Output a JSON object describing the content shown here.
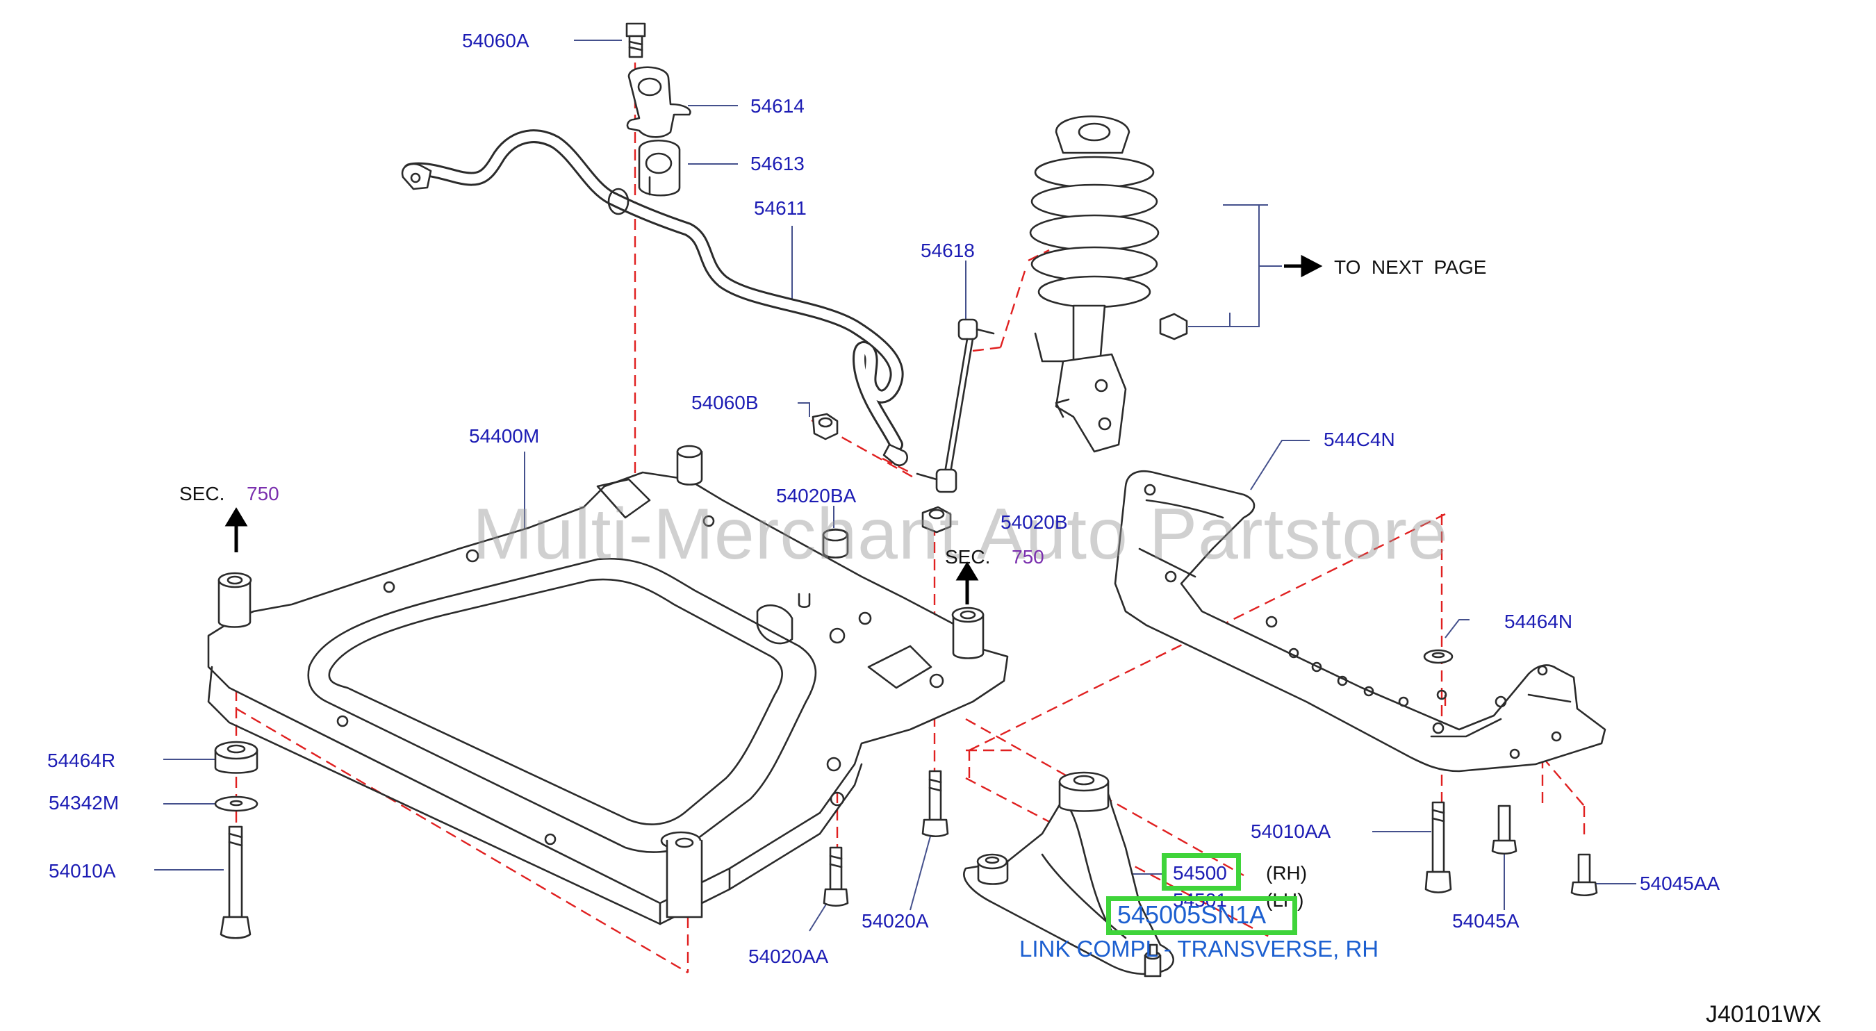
{
  "watermark": "Multi-Merchant Auto Partstore",
  "diagram_code": "J40101WX",
  "part_labels": {
    "p54060A": "54060A",
    "p54614": "54614",
    "p54613": "54613",
    "p54611": "54611",
    "p54618": "54618",
    "p54060B": "54060B",
    "p54400M": "54400M",
    "p54020BA": "54020BA",
    "p54020B": "54020B",
    "p544C4N": "544C4N",
    "p54464N": "54464N",
    "p54464R": "54464R",
    "p54342M": "54342M",
    "p54010A": "54010A",
    "p54020AA": "54020AA",
    "p54020A": "54020A",
    "p54010AA": "54010AA",
    "p54500": "54500",
    "p54501": "54501",
    "p54045A": "54045A",
    "p54045AA": "54045AA"
  },
  "side_labels": {
    "rh": "(RH)",
    "lh": "(LH)"
  },
  "sec_refs": [
    {
      "prefix": "SEC.",
      "number": "750"
    },
    {
      "prefix": "SEC.",
      "number": "750"
    }
  ],
  "next_page": "TO  NEXT  PAGE",
  "highlight": {
    "part_number": "545005SN1A",
    "description": "LINK COMPL - TRANSVERSE, RH",
    "color": "#3fd43a"
  },
  "colors": {
    "part_label": "#1c1cb4",
    "section_number": "#7a2fae",
    "leader_dash": "#e02020",
    "highlight_text": "#1c5fd0"
  }
}
